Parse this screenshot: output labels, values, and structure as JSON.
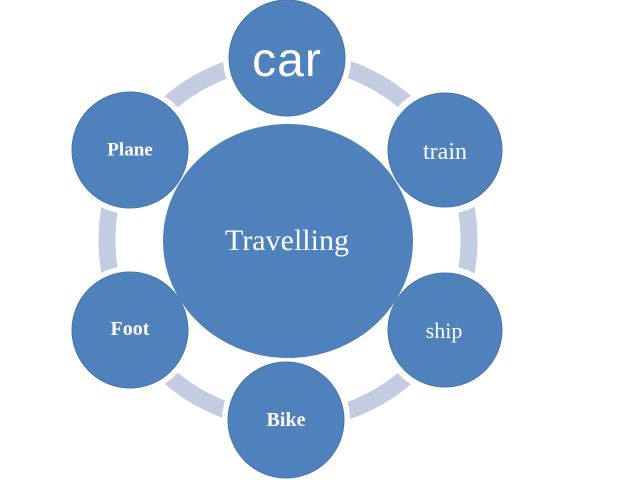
{
  "diagram": {
    "type": "cycle",
    "center": {
      "label": "Travelling"
    },
    "nodes": [
      {
        "label": "car",
        "position": "top"
      },
      {
        "label": "train",
        "position": "top-right"
      },
      {
        "label": "ship",
        "position": "bottom-right"
      },
      {
        "label": "Bike",
        "position": "bottom"
      },
      {
        "label": "Foot",
        "position": "bottom-left"
      },
      {
        "label": "Plane",
        "position": "top-left"
      }
    ],
    "colors": {
      "node_fill": "#4f81bd",
      "node_edge": "#4474aa",
      "ring": "#c3cce1",
      "label_text": "#ffffff",
      "background": "#ffffff"
    }
  }
}
